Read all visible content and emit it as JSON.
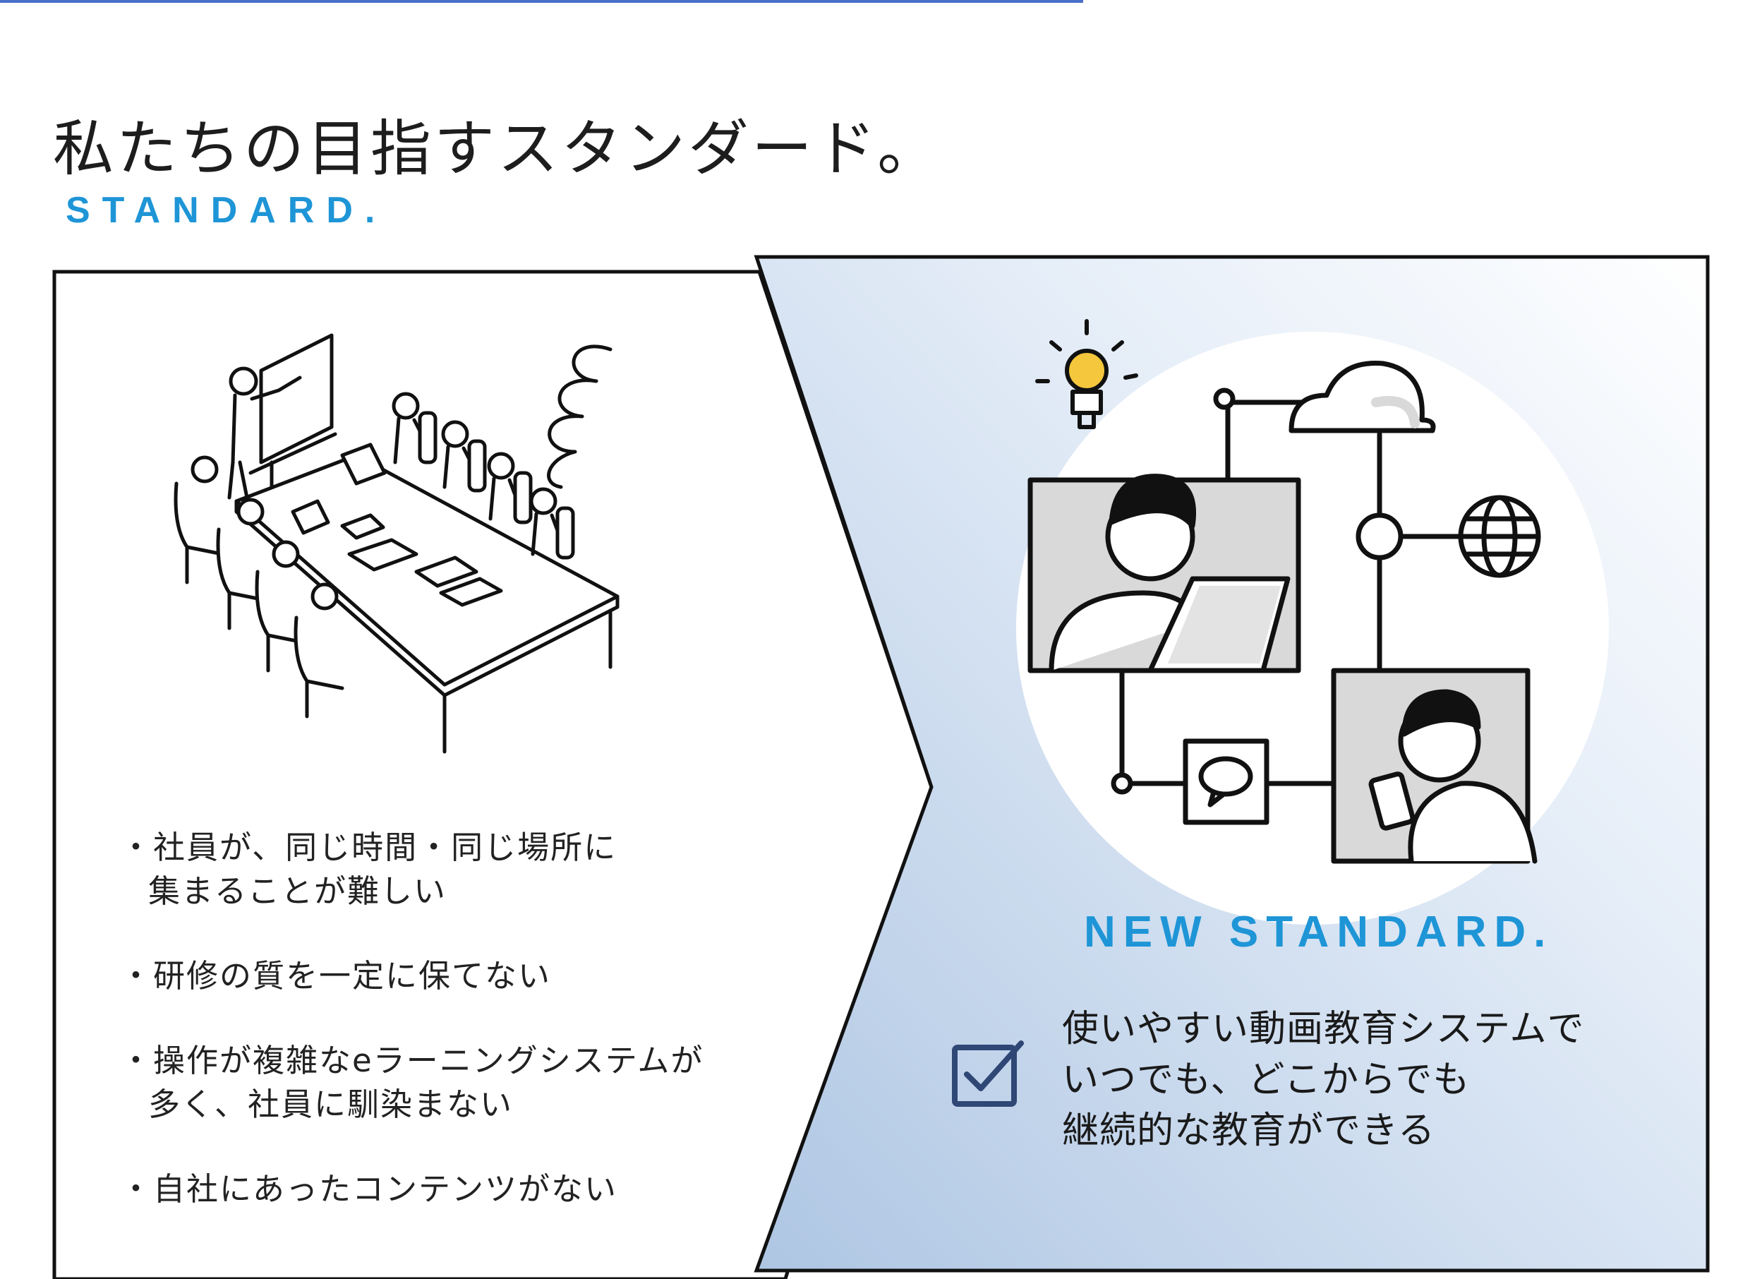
{
  "header": {
    "title": "私たちの目指すスタンダード。",
    "subtitle": "STANDARD."
  },
  "left_panel": {
    "illustration_icon": "meeting-room-icon",
    "items": [
      {
        "line1": "社員が、同じ時間・同じ場所に",
        "line2": "集まることが難しい"
      },
      {
        "line1": "研修の質を一定に保てない",
        "line2": ""
      },
      {
        "line1": "操作が複雑なeラーニングシステムが",
        "line2": "多く、社員に馴染まない"
      },
      {
        "line1": "自社にあったコンテンツがない",
        "line2": ""
      }
    ]
  },
  "right_panel": {
    "illustration_icon": "online-learning-network-icon",
    "heading": "NEW STANDARD.",
    "check_icon": "checkbox-checked-icon",
    "lines": [
      "使いやすい動画教育システムで",
      "いつでも、どこからでも",
      "継続的な教育ができる"
    ]
  },
  "colors": {
    "accent_blue": "#1e95d6",
    "navy": "#2e4775",
    "top_line": "#4a6fc9",
    "right_gradient_start": "#e6eef8",
    "right_gradient_end": "#aec6e3",
    "bulb": "#f4c73c"
  }
}
